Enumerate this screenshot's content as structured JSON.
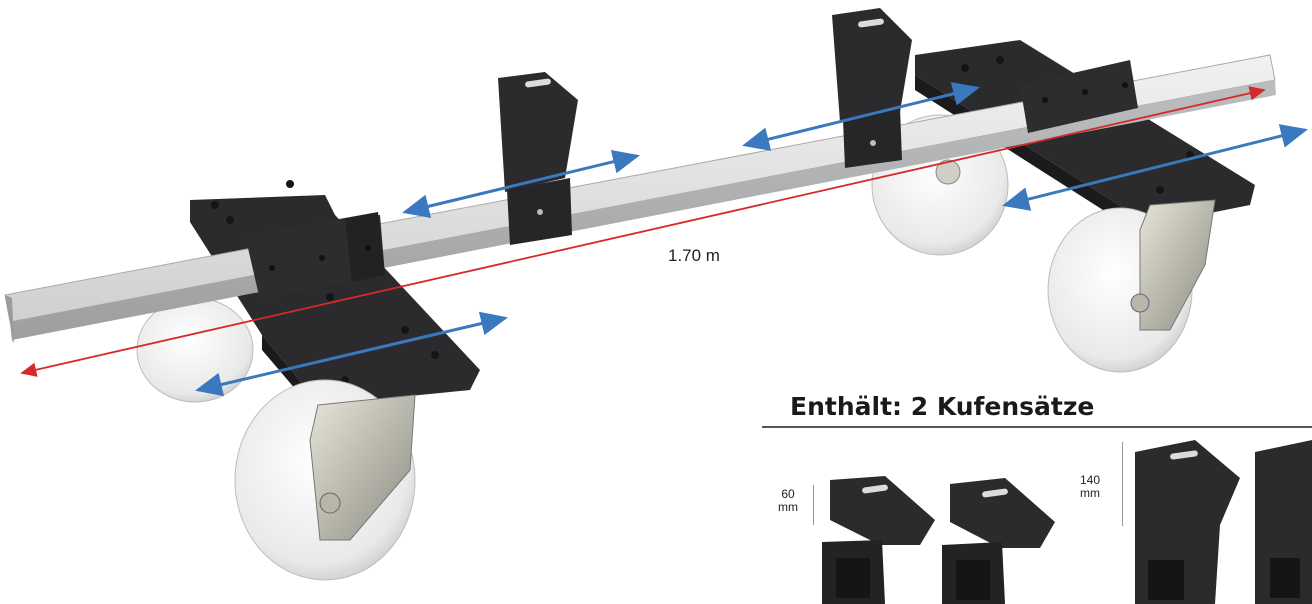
{
  "product": {
    "length_label": "1.70 m",
    "contains_heading": "Enthält: 2 Kufensätze",
    "set_small": {
      "height_value": "60",
      "height_unit": "mm"
    },
    "set_large": {
      "height_value": "140",
      "height_unit": "mm"
    }
  },
  "colors": {
    "length_arrow": "#d42a2a",
    "adjust_arrow": "#3a78c0",
    "steel_black": "#2b2b2e",
    "rail_gray": "#d9dadb",
    "wheel_white": "#f2f2f2"
  }
}
